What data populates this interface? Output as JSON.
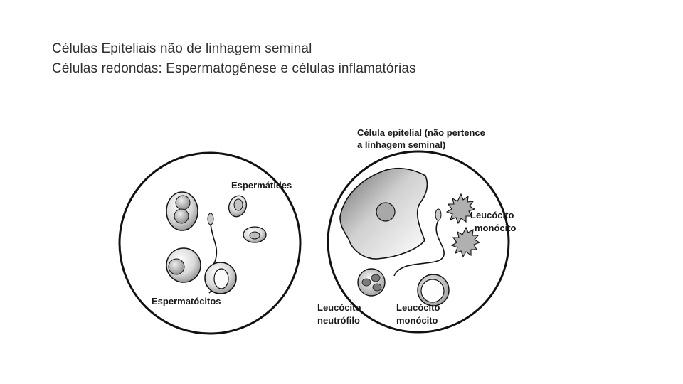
{
  "slide": {
    "title_line1": "Células Epiteliais não de linhagem seminal",
    "title_line2": "Células redondas: Espermatogênese e células inflamatórias"
  },
  "left_panel": {
    "label_spermatids": "Espermátides",
    "label_spermatocytes": "Espermatócitos"
  },
  "right_panel": {
    "label_epithelial_line1": "Célula epitelial (não pertence",
    "label_epithelial_line2": "a linhagem seminal)",
    "label_monocyte_top_line1": "Leucócito",
    "label_monocyte_top_line2": "monócito",
    "label_neutrophil_line1": "Leucócito",
    "label_neutrophil_line2": "neutrófilo",
    "label_monocyte_bottom_line1": "Leucócito",
    "label_monocyte_bottom_line2": "monócito"
  },
  "colors": {
    "outline": "#111111",
    "cell_dark": "#9a9a9a",
    "cell_light": "#f4f4f4"
  }
}
